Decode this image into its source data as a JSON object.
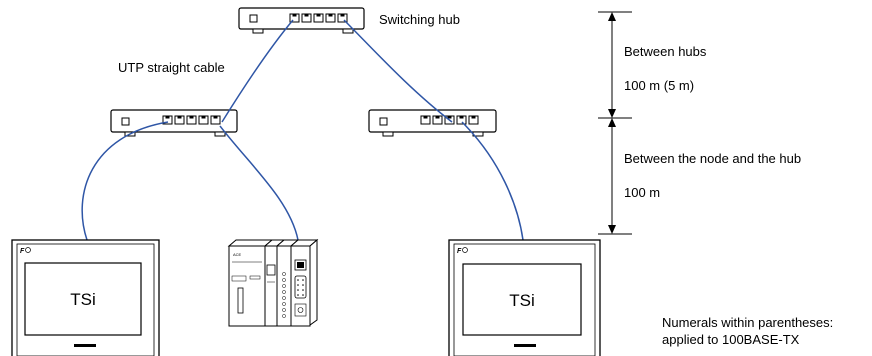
{
  "labels": {
    "switching_hub": "Switching hub",
    "utp_cable": "UTP straight cable",
    "between_hubs": "Between hubs",
    "between_hubs_distance": "100 m (5 m)",
    "between_node_hub": "Between the node and the hub",
    "between_node_hub_distance": "100 m",
    "footnote_line1": "Numerals within parentheses:",
    "footnote_line2": "applied to 100BASE-TX"
  },
  "devices": {
    "left_tsi_label": "TSi",
    "right_tsi_label": "TSi",
    "plc_label": "ACE"
  },
  "colors": {
    "cable": "#2f56a6",
    "line": "#000000",
    "panel_body": "#ffffff"
  }
}
